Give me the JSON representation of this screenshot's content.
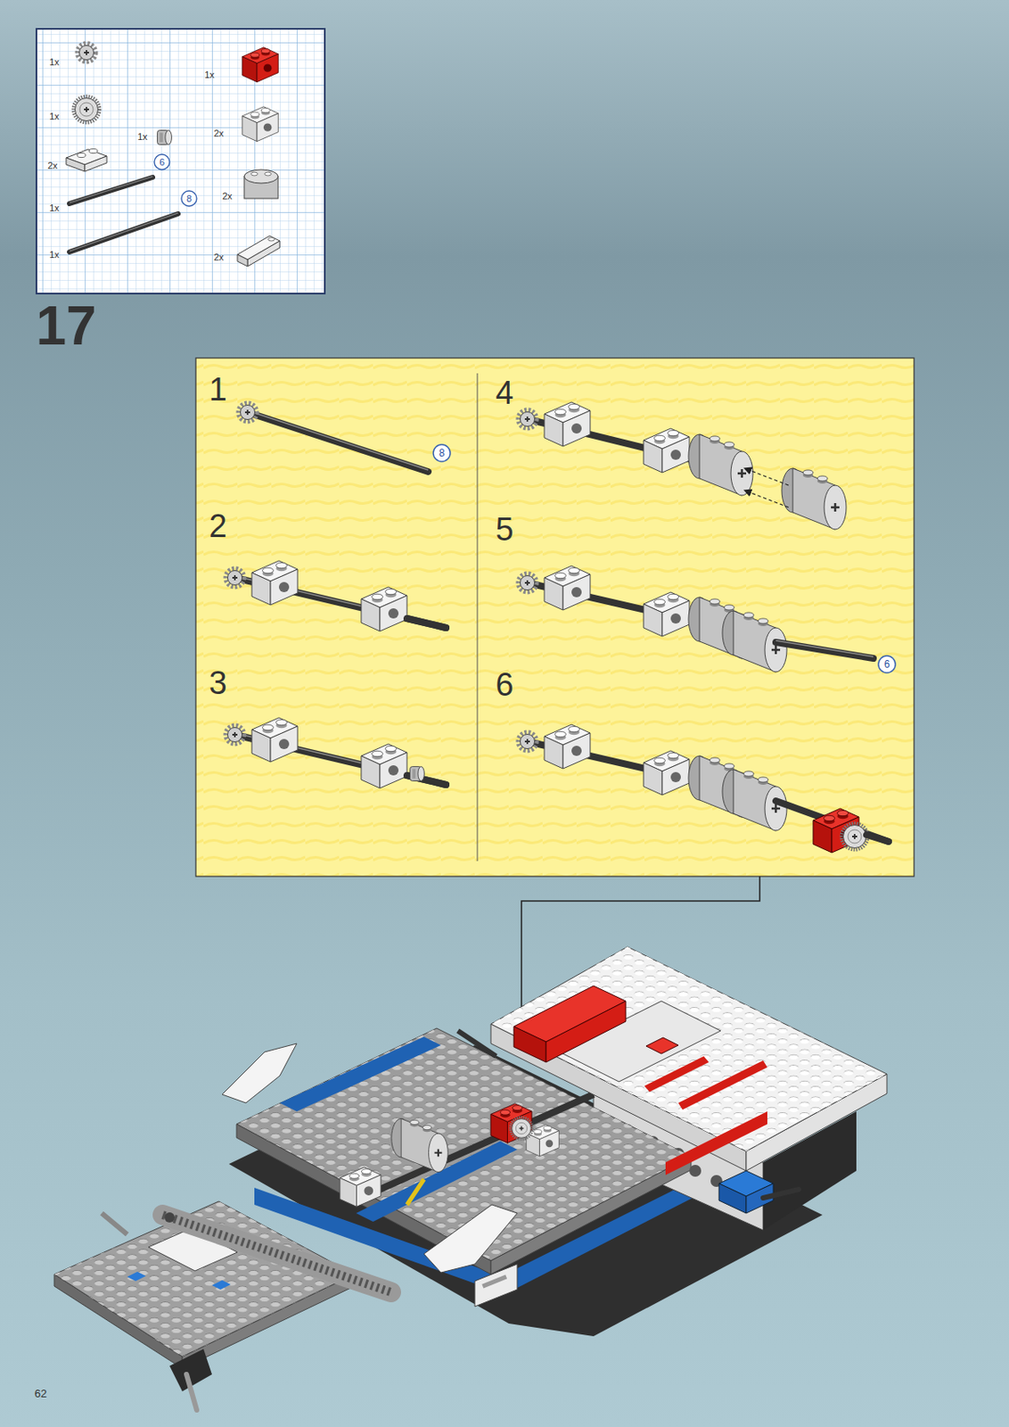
{
  "diagram": {
    "labels": [
      "1x",
      "1x",
      "2x",
      "1x",
      "1x",
      "1x",
      "1x",
      "2x",
      "2x",
      "2x",
      "6",
      "8",
      "17",
      "1",
      "8",
      "2",
      "3",
      "4",
      "5",
      "6",
      "6",
      "62"
    ]
  }
}
